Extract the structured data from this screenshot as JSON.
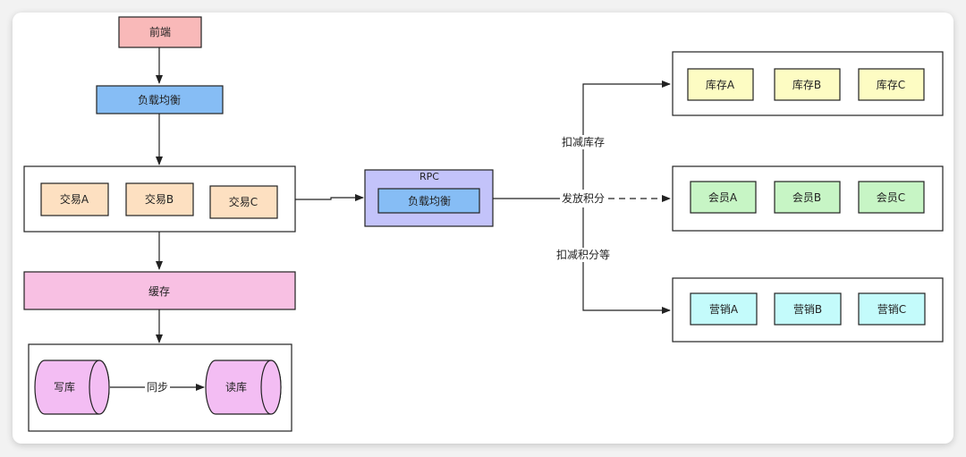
{
  "nodes": {
    "frontend": "前端",
    "lb_top": "负载均衡",
    "trade_a": "交易A",
    "trade_b": "交易B",
    "trade_c": "交易C",
    "cache": "缓存",
    "write_db": "写库",
    "read_db": "读库",
    "rpc_title": "RPC",
    "rpc_lb": "负载均衡",
    "stock_a": "库存A",
    "stock_b": "库存B",
    "stock_c": "库存C",
    "member_a": "会员A",
    "member_b": "会员B",
    "member_c": "会员C",
    "marketing_a": "营销A",
    "marketing_b": "营销B",
    "marketing_c": "营销C"
  },
  "edges": {
    "sync": "同步",
    "deduct_stock": "扣减库存",
    "issue_points": "发放积分",
    "deduct_points": "扣减积分等"
  },
  "colors": {
    "frontend": "#f9b9b9",
    "lb": "#86bdf5",
    "trade": "#fde0c1",
    "cache": "#f8c0e3",
    "db": "#f3bdf3",
    "rpc": "#c3c3fa",
    "stock": "#fdfcc3",
    "member": "#c7f5c5",
    "marketing": "#c4fbfb"
  }
}
